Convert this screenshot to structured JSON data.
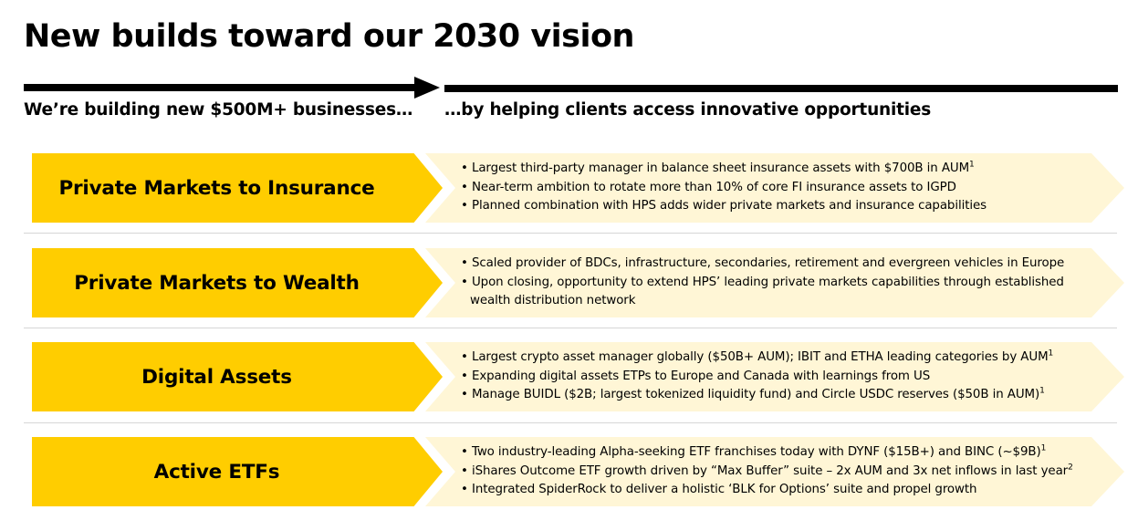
{
  "title": "New builds toward our 2030 vision",
  "subtitle_left": "We’re building new $500M+ businesses…",
  "subtitle_right": "…by helping clients access innovative opportunities",
  "colors": {
    "accent": "#ffcd00",
    "panel": "#fff6d6",
    "text": "#000000",
    "divider": "#d6d6d6"
  },
  "rows": [
    {
      "label": "Private Markets to Insurance",
      "bullets": [
        {
          "text": "Largest third-party manager in balance sheet insurance assets with $700B in AUM",
          "sup": "1"
        },
        {
          "text": "Near-term ambition to rotate more than 10% of core FI insurance assets to IGPD",
          "sup": ""
        },
        {
          "text": "Planned combination with HPS adds wider private markets and insurance capabilities",
          "sup": ""
        }
      ]
    },
    {
      "label": "Private Markets to Wealth",
      "bullets": [
        {
          "text": "Scaled provider of BDCs, infrastructure, secondaries, retirement and evergreen vehicles in Europe",
          "sup": ""
        },
        {
          "text": "Upon closing, opportunity to extend HPS’ leading private markets capabilities through established wealth distribution network",
          "sup": ""
        }
      ]
    },
    {
      "label": "Digital Assets",
      "bullets": [
        {
          "text": "Largest crypto asset manager globally ($50B+ AUM); IBIT and ETHA leading categories by AUM",
          "sup": "1"
        },
        {
          "text": "Expanding digital assets ETPs to Europe and Canada with learnings from US",
          "sup": ""
        },
        {
          "text": "Manage BUIDL ($2B; largest tokenized liquidity fund) and Circle USDC reserves ($50B in AUM)",
          "sup": "1"
        }
      ]
    },
    {
      "label": "Active ETFs",
      "bullets": [
        {
          "text": "Two industry-leading Alpha-seeking ETF franchises today with DYNF ($15B+) and BINC (~$9B)",
          "sup": "1"
        },
        {
          "text": "iShares Outcome ETF growth driven by “Max Buffer” suite – 2x AUM and 3x net inflows in last year",
          "sup": "2"
        },
        {
          "text": "Integrated SpiderRock to deliver a holistic ‘BLK for Options’ suite and propel growth",
          "sup": ""
        }
      ]
    }
  ]
}
